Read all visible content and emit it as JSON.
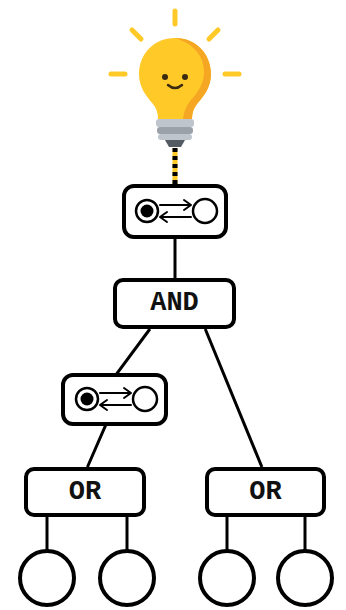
{
  "diagram": {
    "nodes": [
      {
        "text": [
          "AND"
        ]
      },
      {
        "text": [
          "OR"
        ]
      },
      {
        "text": [
          "OR"
        ]
      }
    ],
    "edges": [
      {
        "from": 0,
        "to": 1,
        "arrow": "none"
      },
      {
        "from": 0,
        "to": 2,
        "arrow": "none"
      }
    ]
  }
}
